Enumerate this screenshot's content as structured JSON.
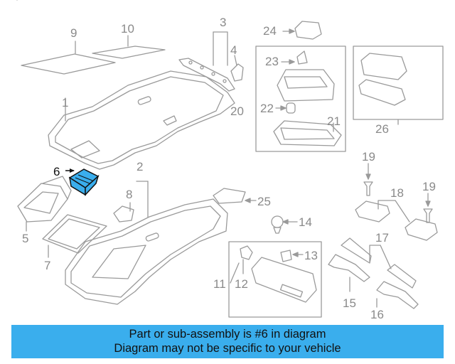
{
  "diagram": {
    "highlighted_part": "6",
    "colors": {
      "line": "#9a9a9a",
      "label": "#8a8a8a",
      "highlight_fill": "#3aaeed",
      "highlight_label": "#111111",
      "banner": "#3aaeed"
    },
    "callouts": {
      "c1": "1",
      "c2": "2",
      "c3": "3",
      "c4": "4",
      "c5": "5",
      "c6": "6",
      "c7": "7",
      "c8": "8",
      "c9": "9",
      "c10": "10",
      "c11": "11",
      "c12": "12",
      "c13": "13",
      "c14": "14",
      "c15": "15",
      "c16": "16",
      "c17": "17",
      "c18": "18",
      "c19a": "19",
      "c19b": "19",
      "c20": "20",
      "c21": "21",
      "c22": "22",
      "c23": "23",
      "c24": "24",
      "c25": "25",
      "c26": "26"
    }
  },
  "banner": {
    "line1": "Part or sub-assembly is #6 in diagram",
    "line2": "Diagram may not be specific to your vehicle"
  }
}
